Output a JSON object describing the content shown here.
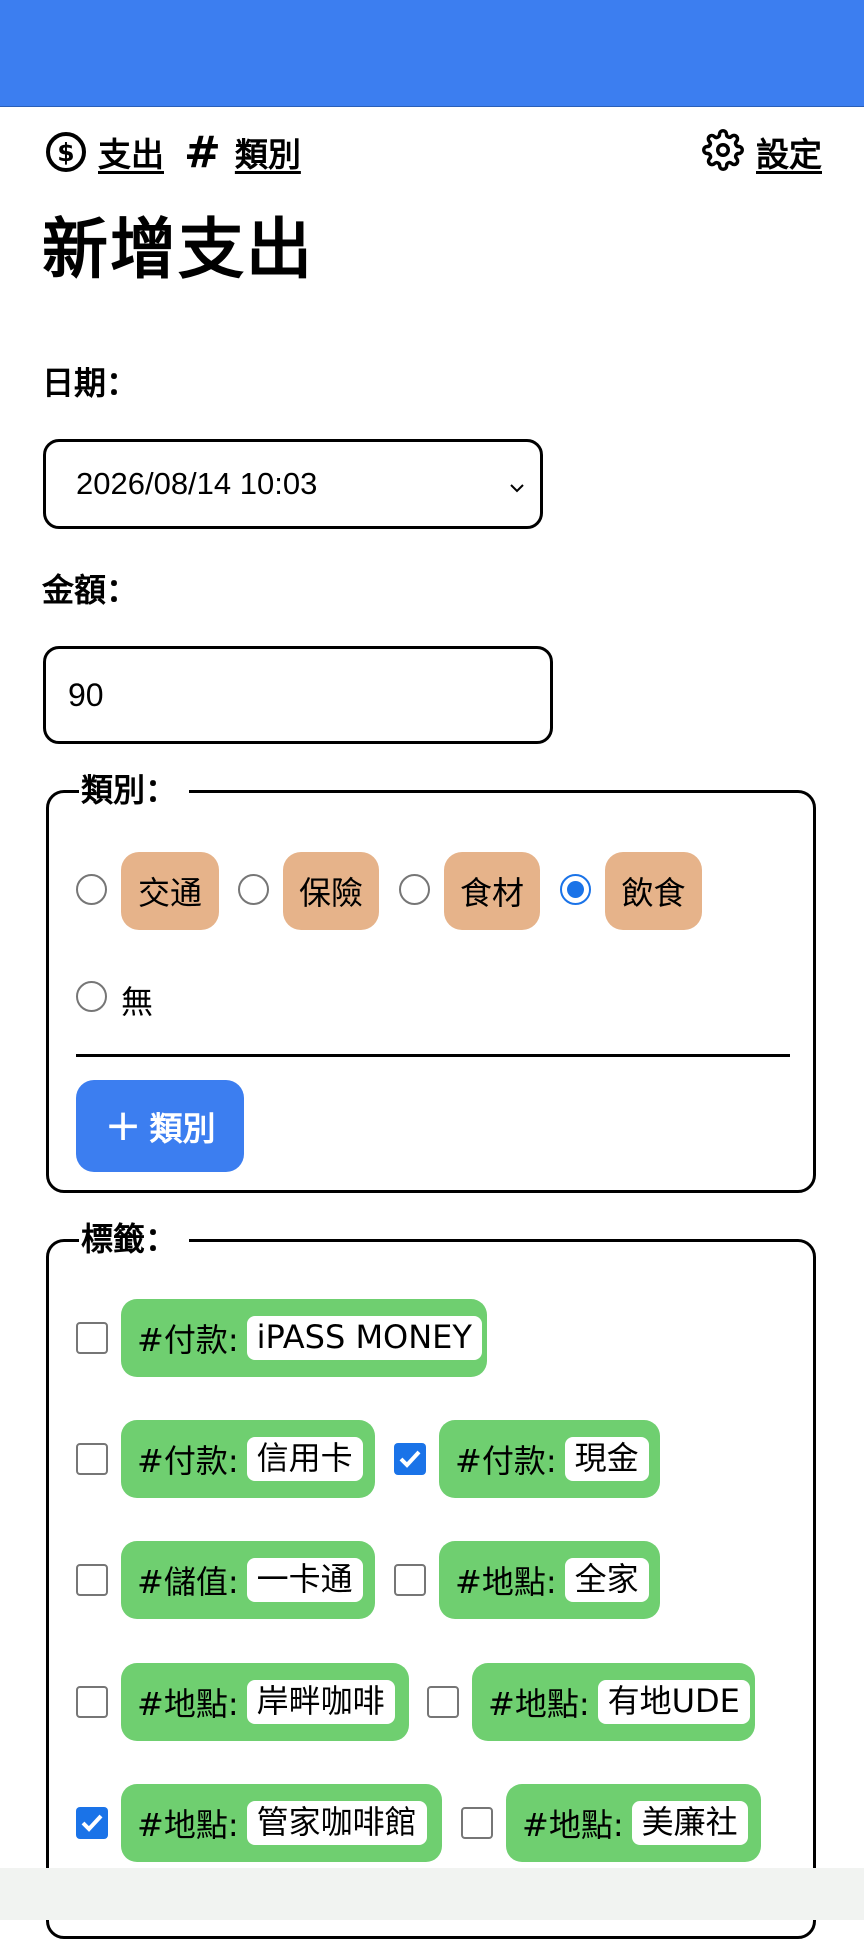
{
  "nav": {
    "expense_label": "支出",
    "category_label": "類別",
    "settings_label": "設定"
  },
  "page_title": "新增支出",
  "form": {
    "date_label": "日期：",
    "date_value": "2026/08/14 10:03",
    "amount_label": "金額：",
    "amount_value": "90"
  },
  "categories": {
    "legend": "類別：",
    "options": [
      {
        "label": "交通",
        "selected": false
      },
      {
        "label": "保險",
        "selected": false
      },
      {
        "label": "食材",
        "selected": false
      },
      {
        "label": "飲食",
        "selected": true
      },
      {
        "label": "無",
        "selected": false
      }
    ],
    "add_button_label": "類別"
  },
  "tags": {
    "legend": "標籤：",
    "items": [
      {
        "prefix": "#付款:",
        "value": "iPASS MONEY",
        "checked": false
      },
      {
        "prefix": "#付款:",
        "value": "信用卡",
        "checked": false
      },
      {
        "prefix": "#付款:",
        "value": "現金",
        "checked": true
      },
      {
        "prefix": "#儲值:",
        "value": "一卡通",
        "checked": false
      },
      {
        "prefix": "#地點:",
        "value": "全家",
        "checked": false
      },
      {
        "prefix": "#地點:",
        "value": "岸畔咖啡",
        "checked": false
      },
      {
        "prefix": "#地點:",
        "value": "有地UDE",
        "checked": false
      },
      {
        "prefix": "#地點:",
        "value": "管家咖啡館",
        "checked": true
      },
      {
        "prefix": "#地點:",
        "value": "美廉社",
        "checked": false
      }
    ]
  },
  "colors": {
    "accent": "#3c7ef0",
    "category_pill": "#e6b38a",
    "tag_pill": "#6fcf70",
    "control_checked": "#1a73e8"
  }
}
